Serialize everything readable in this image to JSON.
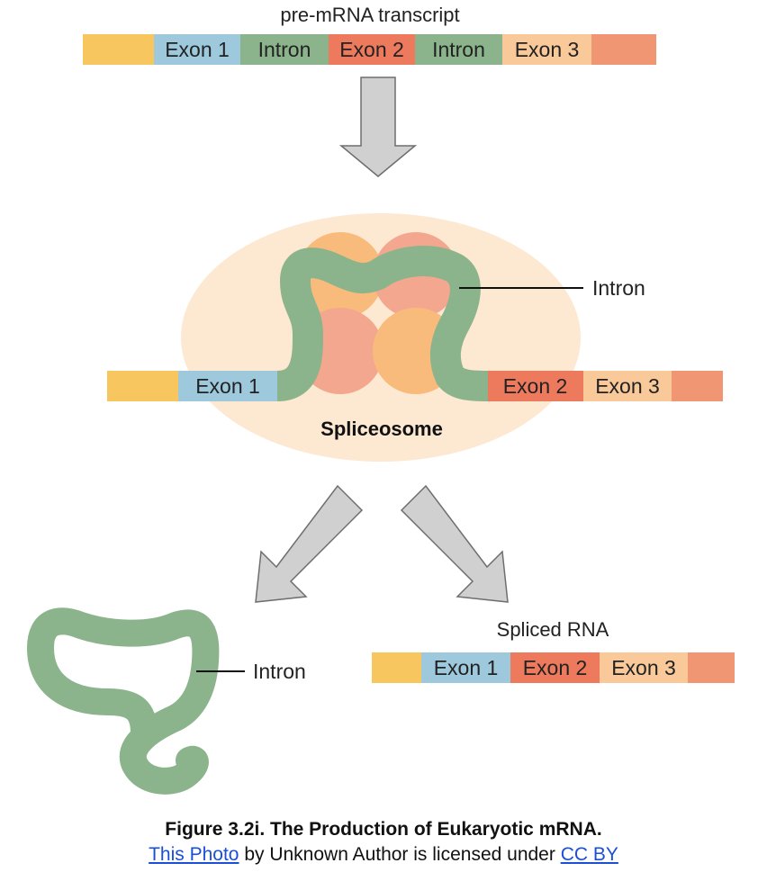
{
  "colors": {
    "utr5": "#f7c65f",
    "exon1": "#9ec9dd",
    "intron": "#8cb48c",
    "exon2": "#ee7a5d",
    "exon3": "#f9c999",
    "utr3": "#f19672",
    "spliceosome_bg": "#fde8d2",
    "spliceosome_a": "#f9bb7c",
    "spliceosome_b": "#f3a78e",
    "arrow_fill": "#d0d0d0",
    "arrow_stroke": "#6e6e6e"
  },
  "pre_mrna": {
    "title": "pre-mRNA transcript",
    "segments": [
      {
        "type": "utr5",
        "label": ""
      },
      {
        "type": "exon1",
        "label": "Exon 1"
      },
      {
        "type": "intron",
        "label": "Intron"
      },
      {
        "type": "exon2",
        "label": "Exon 2"
      },
      {
        "type": "intron",
        "label": "Intron"
      },
      {
        "type": "exon3",
        "label": "Exon 3"
      },
      {
        "type": "utr3",
        "label": ""
      }
    ]
  },
  "spliceosome": {
    "label": "Spliceosome",
    "intron_callout": "Intron",
    "left_segments": [
      {
        "type": "utr5",
        "label": ""
      },
      {
        "type": "exon1",
        "label": "Exon 1"
      }
    ],
    "right_segments": [
      {
        "type": "exon2",
        "label": "Exon 2"
      },
      {
        "type": "exon3",
        "label": "Exon 3"
      },
      {
        "type": "utr3",
        "label": ""
      }
    ]
  },
  "excised_intron": {
    "label": "Intron"
  },
  "spliced_rna": {
    "title": "Spliced RNA",
    "segments": [
      {
        "type": "utr5",
        "label": ""
      },
      {
        "type": "exon1",
        "label": "Exon 1"
      },
      {
        "type": "exon2",
        "label": "Exon 2"
      },
      {
        "type": "exon3",
        "label": "Exon 3"
      },
      {
        "type": "utr3",
        "label": ""
      }
    ]
  },
  "caption": {
    "title": "Figure 3.2i. The Production of Eukaryotic mRNA.",
    "link1": "This Photo",
    "middle": " by Unknown Author is licensed under ",
    "link2": "CC BY"
  }
}
